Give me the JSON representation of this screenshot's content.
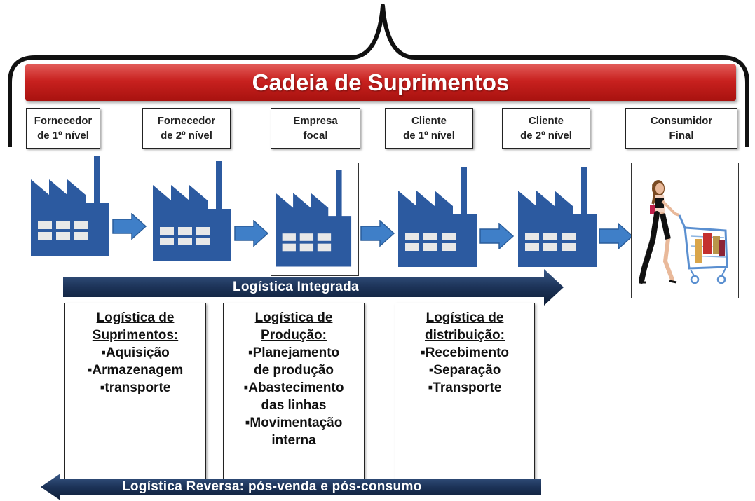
{
  "banner": {
    "title": "Cadeia de Suprimentos"
  },
  "stages": [
    {
      "line1": "Fornecedor",
      "line2": "de 1º nível",
      "icon": "factory-icon"
    },
    {
      "line1": "Fornecedor",
      "line2": "de 2º nível",
      "icon": "factory-icon"
    },
    {
      "line1": "Empresa",
      "line2": "focal",
      "icon": "factory-icon"
    },
    {
      "line1": "Cliente",
      "line2": "de 1º nível",
      "icon": "factory-icon"
    },
    {
      "line1": "Cliente",
      "line2": "de 2º nível",
      "icon": "factory-icon"
    },
    {
      "line1": "Consumidor",
      "line2": "Final",
      "icon": "shopper-with-cart-icon"
    }
  ],
  "integrated_logistics": {
    "label": "Logística Integrada"
  },
  "reverse_logistics": {
    "label": "Logística Reversa: pós-venda e pós-consumo"
  },
  "areas": [
    {
      "title_line1": "Logística de",
      "title_line2": "Suprimentos:",
      "items": [
        "▪Aquisição",
        "▪Armazenagem",
        "▪transporte"
      ]
    },
    {
      "title_line1": "Logística de",
      "title_line2": "Produção:",
      "items": [
        "▪Planejamento",
        "de produção",
        "▪Abastecimento",
        "das linhas",
        "▪Movimentação",
        "interna"
      ]
    },
    {
      "title_line1": "Logística de",
      "title_line2": "distribuição:",
      "items": [
        "▪Recebimento",
        "▪Separação",
        "▪Transporte"
      ]
    }
  ],
  "colors": {
    "banner_red": "#c8211f",
    "factory_blue": "#2c5aa0",
    "arrow_blue": "#3f7fc8",
    "band_navy": "#1a2e50"
  }
}
